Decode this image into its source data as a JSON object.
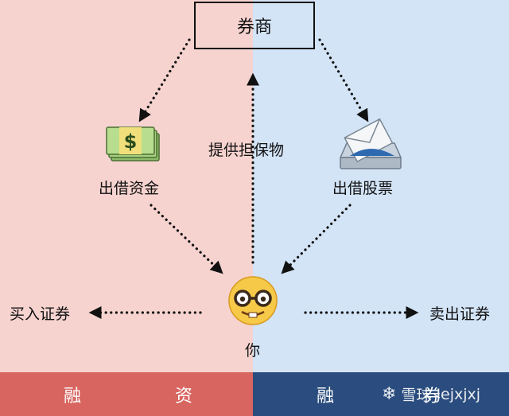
{
  "broker": "券商",
  "provide_collateral": "提供担保物",
  "lend_funds": "出借资金",
  "lend_stocks": "出借股票",
  "buy_securities": "买入证券",
  "sell_securities": "卖出证券",
  "you": "你",
  "margin_bar": {
    "left_char1": "融",
    "left_char2": "资",
    "right_char1": "融",
    "right_char2": "券"
  },
  "watermark": {
    "site": "雪球",
    "user": "Jejxjxj"
  },
  "icons": {
    "money": "dollar-bill-icon",
    "stock": "envelope-tray-icon",
    "you": "nerd-face-icon"
  },
  "colors": {
    "left_bg": "#f6d3cf",
    "right_bg": "#d3e4f7",
    "left_bar": "#d86560",
    "right_bar": "#2a4c7e"
  }
}
